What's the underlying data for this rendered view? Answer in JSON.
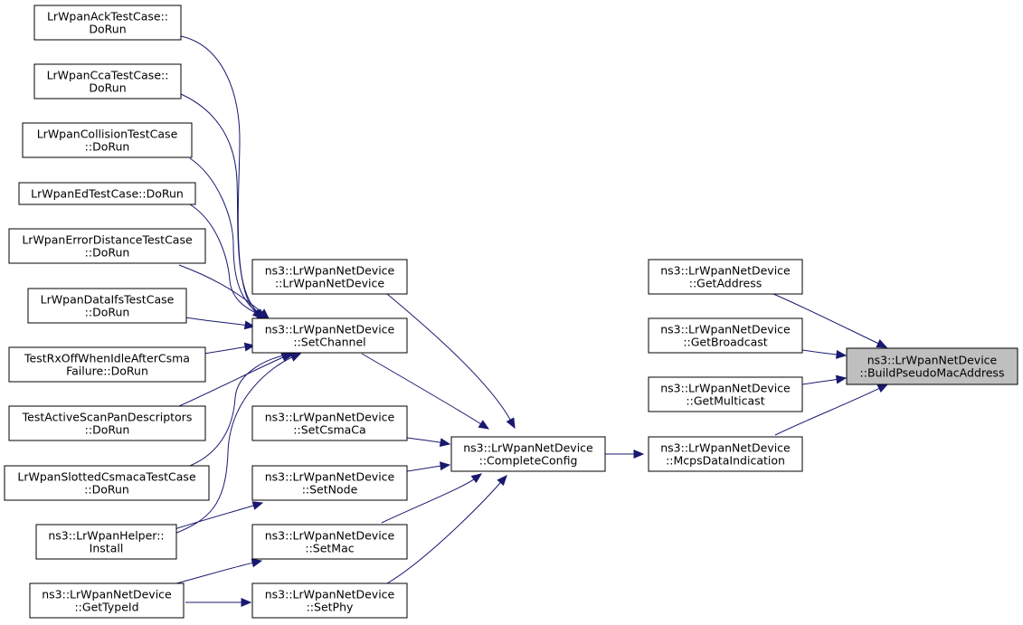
{
  "graph": {
    "edge_color": "#191970",
    "focus_fill": "#bfbfbf",
    "nodes": [
      {
        "id": "ack",
        "lines": [
          "LrWpanAckTestCase::",
          "DoRun"
        ]
      },
      {
        "id": "cca",
        "lines": [
          "LrWpanCcaTestCase::",
          "DoRun"
        ]
      },
      {
        "id": "collision",
        "lines": [
          "LrWpanCollisionTestCase",
          "::DoRun"
        ]
      },
      {
        "id": "ed",
        "lines": [
          "LrWpanEdTestCase::DoRun"
        ]
      },
      {
        "id": "errdist",
        "lines": [
          "LrWpanErrorDistanceTestCase",
          "::DoRun"
        ]
      },
      {
        "id": "ifs",
        "lines": [
          "LrWpanDataIfsTestCase",
          "::DoRun"
        ]
      },
      {
        "id": "rxoff",
        "lines": [
          "TestRxOffWhenIdleAfterCsma",
          "Failure::DoRun"
        ]
      },
      {
        "id": "activescan",
        "lines": [
          "TestActiveScanPanDescriptors",
          "::DoRun"
        ]
      },
      {
        "id": "slotted",
        "lines": [
          "LrWpanSlottedCsmacaTestCase",
          "::DoRun"
        ]
      },
      {
        "id": "helper",
        "lines": [
          "ns3::LrWpanHelper::",
          "Install"
        ]
      },
      {
        "id": "typeid",
        "lines": [
          "ns3::LrWpanNetDevice",
          "::GetTypeId"
        ]
      },
      {
        "id": "ctor",
        "lines": [
          "ns3::LrWpanNetDevice",
          "::LrWpanNetDevice"
        ]
      },
      {
        "id": "setchannel",
        "lines": [
          "ns3::LrWpanNetDevice",
          "::SetChannel"
        ]
      },
      {
        "id": "setcsma",
        "lines": [
          "ns3::LrWpanNetDevice",
          "::SetCsmaCa"
        ]
      },
      {
        "id": "setnode",
        "lines": [
          "ns3::LrWpanNetDevice",
          "::SetNode"
        ]
      },
      {
        "id": "setmac",
        "lines": [
          "ns3::LrWpanNetDevice",
          "::SetMac"
        ]
      },
      {
        "id": "setphy",
        "lines": [
          "ns3::LrWpanNetDevice",
          "::SetPhy"
        ]
      },
      {
        "id": "complete",
        "lines": [
          "ns3::LrWpanNetDevice",
          "::CompleteConfig"
        ]
      },
      {
        "id": "getaddress",
        "lines": [
          "ns3::LrWpanNetDevice",
          "::GetAddress"
        ]
      },
      {
        "id": "getbroadcast",
        "lines": [
          "ns3::LrWpanNetDevice",
          "::GetBroadcast"
        ]
      },
      {
        "id": "getmulticast",
        "lines": [
          "ns3::LrWpanNetDevice",
          "::GetMulticast"
        ]
      },
      {
        "id": "mcps",
        "lines": [
          "ns3::LrWpanNetDevice",
          "::McpsDataIndication"
        ]
      },
      {
        "id": "build",
        "lines": [
          "ns3::LrWpanNetDevice",
          "::BuildPseudoMacAddress"
        ],
        "focus": true
      }
    ],
    "edges": [
      {
        "from": "ack",
        "to": "setchannel"
      },
      {
        "from": "cca",
        "to": "setchannel"
      },
      {
        "from": "collision",
        "to": "setchannel"
      },
      {
        "from": "ed",
        "to": "setchannel"
      },
      {
        "from": "errdist",
        "to": "setchannel"
      },
      {
        "from": "ifs",
        "to": "setchannel"
      },
      {
        "from": "rxoff",
        "to": "setchannel"
      },
      {
        "from": "activescan",
        "to": "setchannel"
      },
      {
        "from": "slotted",
        "to": "setchannel"
      },
      {
        "from": "helper",
        "to": "setchannel"
      },
      {
        "from": "helper",
        "to": "setnode"
      },
      {
        "from": "typeid",
        "to": "setmac"
      },
      {
        "from": "typeid",
        "to": "setphy"
      },
      {
        "from": "ctor",
        "to": "complete"
      },
      {
        "from": "setchannel",
        "to": "complete"
      },
      {
        "from": "setcsma",
        "to": "complete"
      },
      {
        "from": "setnode",
        "to": "complete"
      },
      {
        "from": "setmac",
        "to": "complete"
      },
      {
        "from": "setphy",
        "to": "complete"
      },
      {
        "from": "complete",
        "to": "mcps"
      },
      {
        "from": "getaddress",
        "to": "build"
      },
      {
        "from": "getbroadcast",
        "to": "build"
      },
      {
        "from": "getmulticast",
        "to": "build"
      },
      {
        "from": "mcps",
        "to": "build"
      }
    ]
  }
}
